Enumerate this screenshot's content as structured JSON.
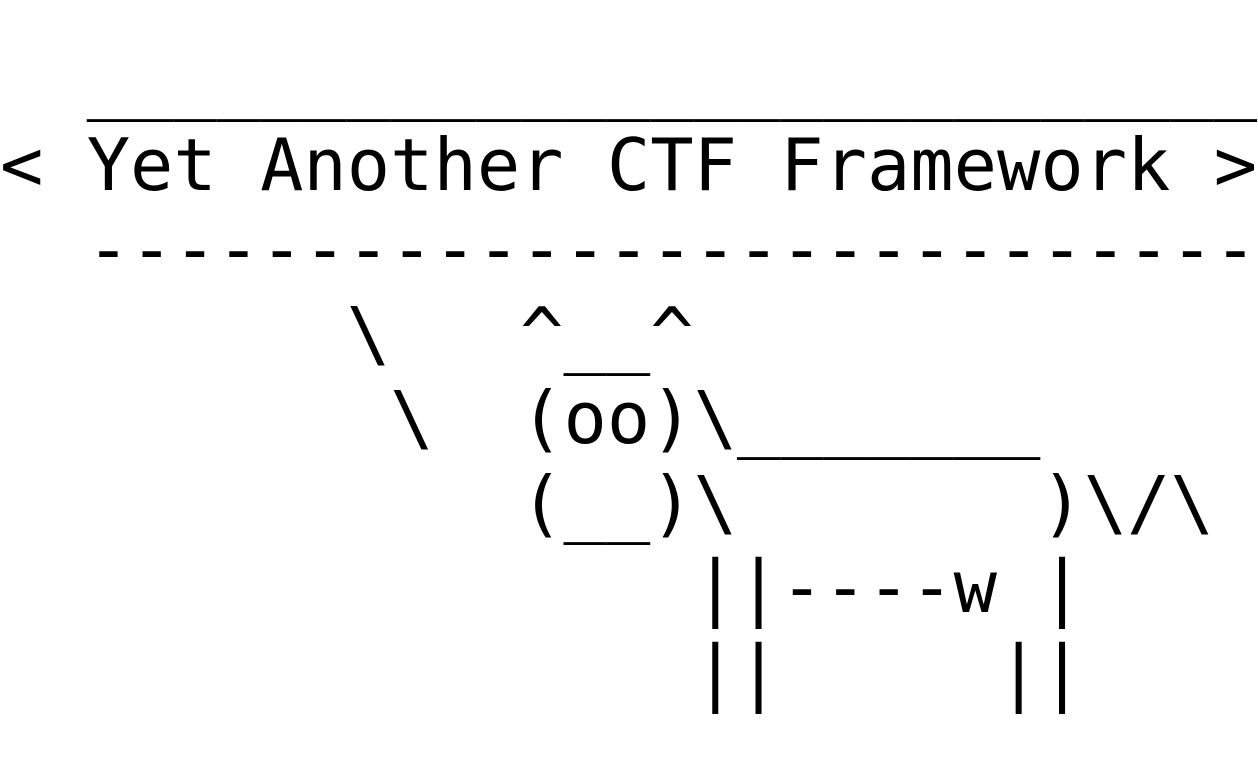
{
  "banner": {
    "top_border": "  ___________________________",
    "title_line": "< Yet Another CTF Framework >",
    "bottom_border": "  ---------------------------"
  },
  "cow": {
    "line_1": "        \\   ^__^",
    "line_2": "         \\  (oo)\\_______",
    "line_3": "            (__)\\       )\\/\\",
    "line_4": "                ||----w |",
    "line_5": "                ||     ||"
  }
}
